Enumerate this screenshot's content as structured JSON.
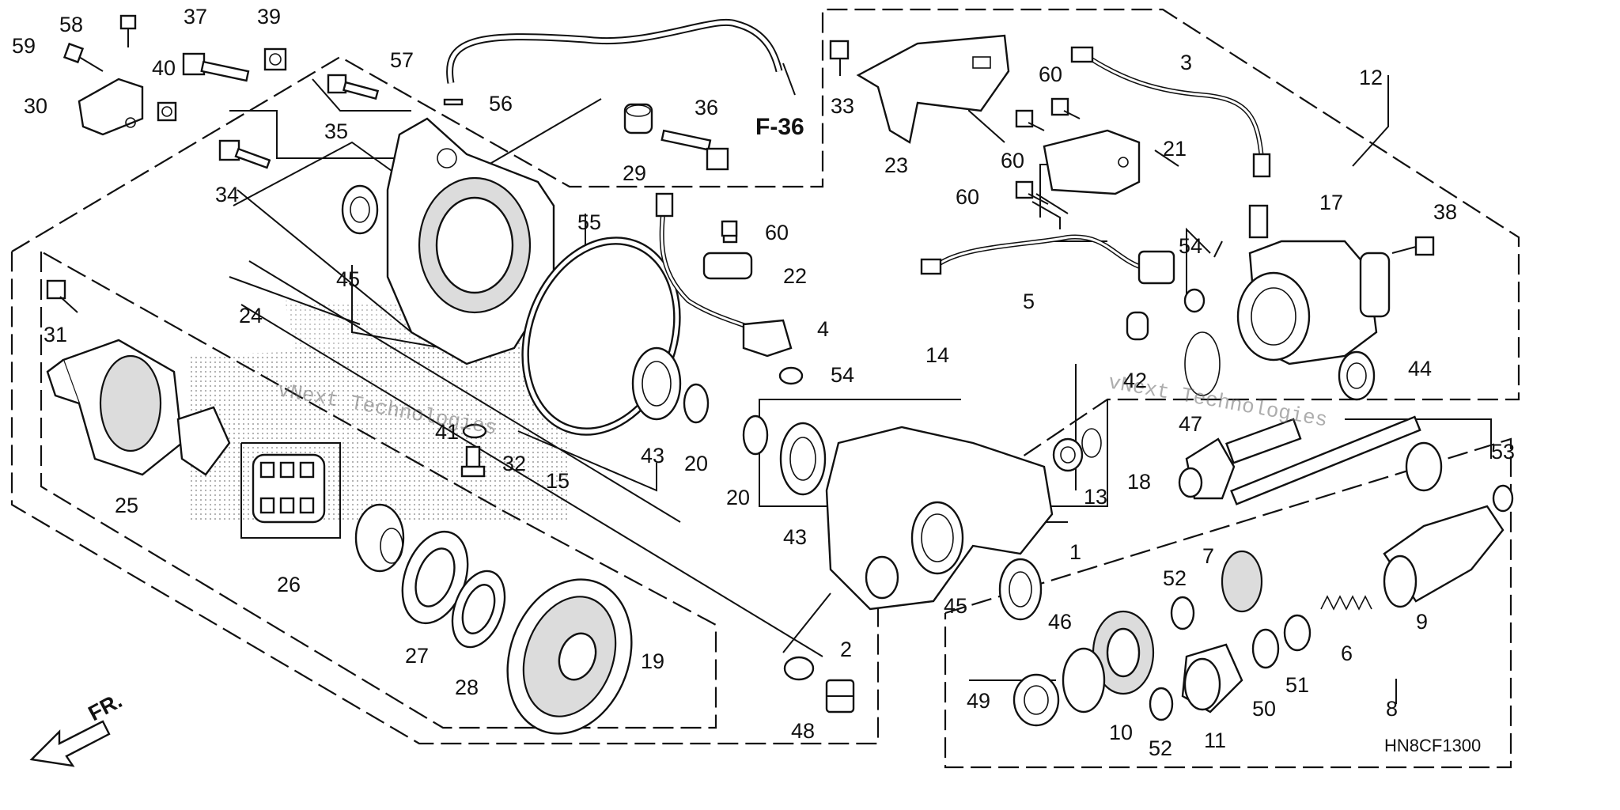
{
  "diagram": {
    "code": "HN8CF1300",
    "ref": "F-36",
    "front_label": "FR.",
    "watermark": "vNext Technologies",
    "callouts": {
      "p1": "1",
      "p2": "2",
      "p3": "3",
      "p4": "4",
      "p5": "5",
      "p6": "6",
      "p7": "7",
      "p8": "8",
      "p9": "9",
      "p10": "10",
      "p11": "11",
      "p12": "12",
      "p13": "13",
      "p14": "14",
      "p15": "15",
      "p17": "17",
      "p18": "18",
      "p19": "19",
      "p20a": "20",
      "p20b": "20",
      "p21": "21",
      "p22": "22",
      "p23": "23",
      "p24": "24",
      "p25": "25",
      "p26": "26",
      "p27": "27",
      "p28": "28",
      "p29": "29",
      "p30": "30",
      "p31": "31",
      "p32": "32",
      "p33": "33",
      "p34": "34",
      "p35": "35",
      "p36": "36",
      "p37": "37",
      "p38": "38",
      "p39": "39",
      "p40": "40",
      "p41": "41",
      "p42": "42",
      "p43a": "43",
      "p43b": "43",
      "p44": "44",
      "p45a": "45",
      "p45b": "45",
      "p46": "46",
      "p47": "47",
      "p48": "48",
      "p49": "49",
      "p50": "50",
      "p51": "51",
      "p52a": "52",
      "p52b": "52",
      "p53": "53",
      "p54a": "54",
      "p54b": "54",
      "p55": "55",
      "p56": "56",
      "p57": "57",
      "p58": "58",
      "p59": "59",
      "p60a": "60",
      "p60b": "60",
      "p60c": "60",
      "p60d": "60"
    }
  }
}
